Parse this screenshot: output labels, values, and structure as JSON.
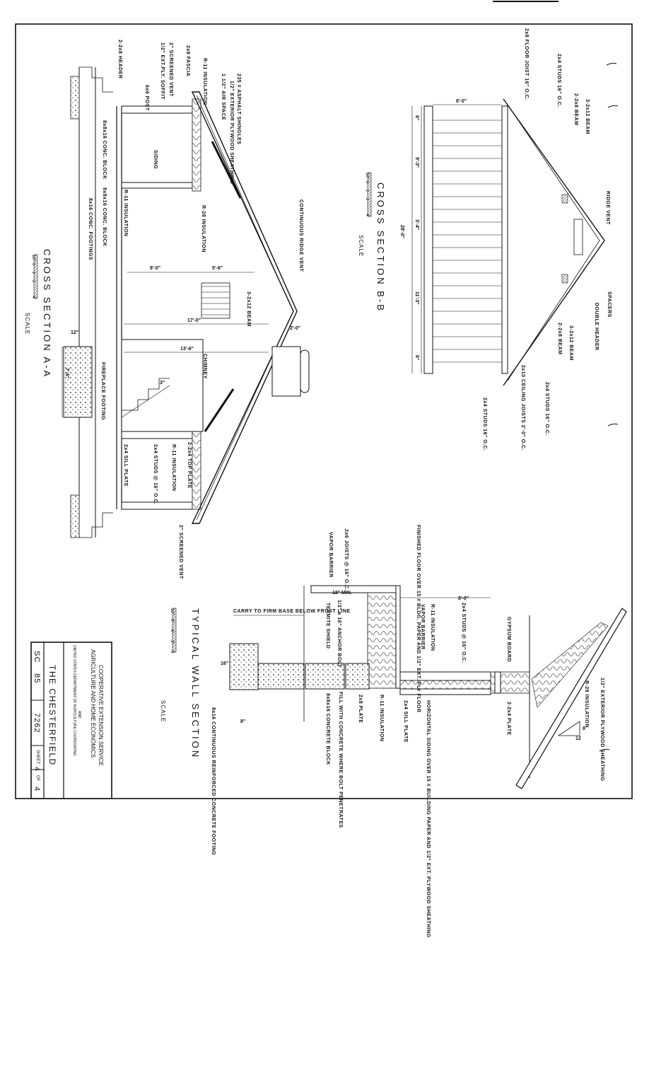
{
  "sheet": {
    "title_block": {
      "agency_line1": "COOPERATIVE EXTENSION SERVICE",
      "agency_line2": "AGRICULTURE AND HOME ECONOMICS",
      "and": "AND",
      "usda": "UNITED STATES DEPARTMENT OF AGRICULTURE COOPERATING",
      "plan_name": "THE CHESTERFIELD",
      "state": "SC",
      "year": "85",
      "plan_number": "7262",
      "sheet_label": "SHEET",
      "sheet_num": "4",
      "sheet_of": "OF",
      "sheet_total": "4"
    }
  },
  "section_aa": {
    "title": "CROSS  SECTION  A-A",
    "scale_word": "SCALE",
    "scale_ticks": [
      "12\"",
      "0",
      "1",
      "2",
      "4'"
    ],
    "labels": {
      "header": "2-2x8 HEADER",
      "post": "6x6 POST",
      "soffit": "1/2\" EXT.PLY. SOFFIT",
      "vent": "2\" SCREENED VENT",
      "fascia": "2x8 FASCIA",
      "r11": "R-11 INSULATION",
      "shingles": "235 # ASPHALT SHINGLES",
      "sheathing": "1/2\" EXTERIOR PLYWOOD SHEATHING",
      "airspace": "1 1/2\" AIR SPACE",
      "block": "8x8x16 CONC. BLOCK",
      "siding": "SIDING",
      "footings": "8x16 CONC. FOOTINGS",
      "block2": "8x8x16 CONC. BLOCK",
      "r11b": "R-11 INSULATION",
      "r28": "R-28 INSULATION",
      "ridge": "CONTINUOUS RIDGE VENT",
      "beam": "3-2x12 BEAM",
      "chimney": "CHIMNEY",
      "fireplace": "FIREPLACE FOOTING",
      "topplate": "2-2x4 TOP PLATE",
      "r11c": "R-11 INSULATION",
      "studs": "2x4 STUDS @ 16\" O.C.",
      "sill": "2x4 SILL PLATE",
      "vent2": "2\" SCREENED VENT"
    },
    "dims": {
      "d1": "8'-0\"",
      "d2": "5'-6\"",
      "d3": "17'-0\"",
      "d4": "13'-6\"",
      "d5": "2'-0\"",
      "d6": "7'-6\"",
      "d7": "12\"",
      "d8": "3\""
    }
  },
  "section_bb": {
    "title": "CROSS SECTION B-B",
    "scale_word": "SCALE",
    "scale_ticks": [
      "12\"",
      "0",
      "1",
      "2",
      "4'"
    ],
    "labels": {
      "joist": "2x8 FLOOR JOIST 16\" O.C.",
      "studs": "2x4 STUDS 16\" O.C.",
      "beam2x8": "2-2x8 BEAM",
      "beam3": "3-2x12 BEAM",
      "ridgevent": "RIDGE VENT",
      "spacers": "SPACERS",
      "dheader": "DOUBLE HEADER",
      "beam2x8b": "2-2x8 BEAM",
      "beam3b": "3-2x12 BEAM",
      "studs2": "2x4 STUDS 16\" O.C.",
      "ceiling": "2x10 CEILING JOISTS 2'-0\" O.C.",
      "studs3": "2x4 STUDS 16\" O.C."
    },
    "dims": {
      "top": "8'-0\"",
      "overall": "28'-0\"",
      "a": "6\"",
      "b": "9'-3\"",
      "c": "3'-4\"",
      "d": "11'-3\"",
      "e": "6\""
    }
  },
  "wall_section": {
    "title": "TYPICAL WALL SECTION",
    "scale_word": "SCALE",
    "scale_ticks": [
      "12\"",
      "9\"",
      "6\"",
      "3\"",
      "0"
    ],
    "labels": {
      "joists": "2x6 JOISTS @ 16\" O.C.",
      "vapor": "VAPOR BARRIER",
      "floor": "FINISHED FLOOR OVER 15 # BLDG. PAPER AND 1/2\" EXT. PLY FLOOR",
      "min": "18\" MIN.",
      "carry": "CARRY TO FIRM BASE BELOW FROST LINE",
      "anchor": "1/2\" x 16\" ANCHOR BOLT",
      "termite": "TERMITE SHIELD",
      "r11": "R-11 INSULATION",
      "vapor2": "VAPOR BARRIER",
      "studs": "2x4 STUDS @ 16\" O.C.",
      "gypsum": "GYPSUM BOARD",
      "sill": "2x4 SILL PLATE",
      "siding": "HORIZONTAL SIDING OVER 15 # BUILDING PAPER AND 1/2\" EXT. PLYWOOD SHEATHING",
      "topplate": "2-2x4 PLATE",
      "r28": "R-28 INSULATION",
      "sheathing": "1/2\" EXTERIOR PLYWOOD SHEATHING",
      "plate2x8": "2x8 PLATE",
      "r11b": "R-11 INSULATION",
      "fill": "FILL WITH CONCRETE WHERE BOLT PENETRATES",
      "block": "8x8x16 CONCRETE BLOCK",
      "footing": "8x16 CONTINUOUS REINFORCED CONCRETE FOOTING",
      "d16": "16\"",
      "d8": "8\"",
      "d8ft": "8'-0\"",
      "pitch12": "12",
      "pitch8": "8"
    }
  }
}
